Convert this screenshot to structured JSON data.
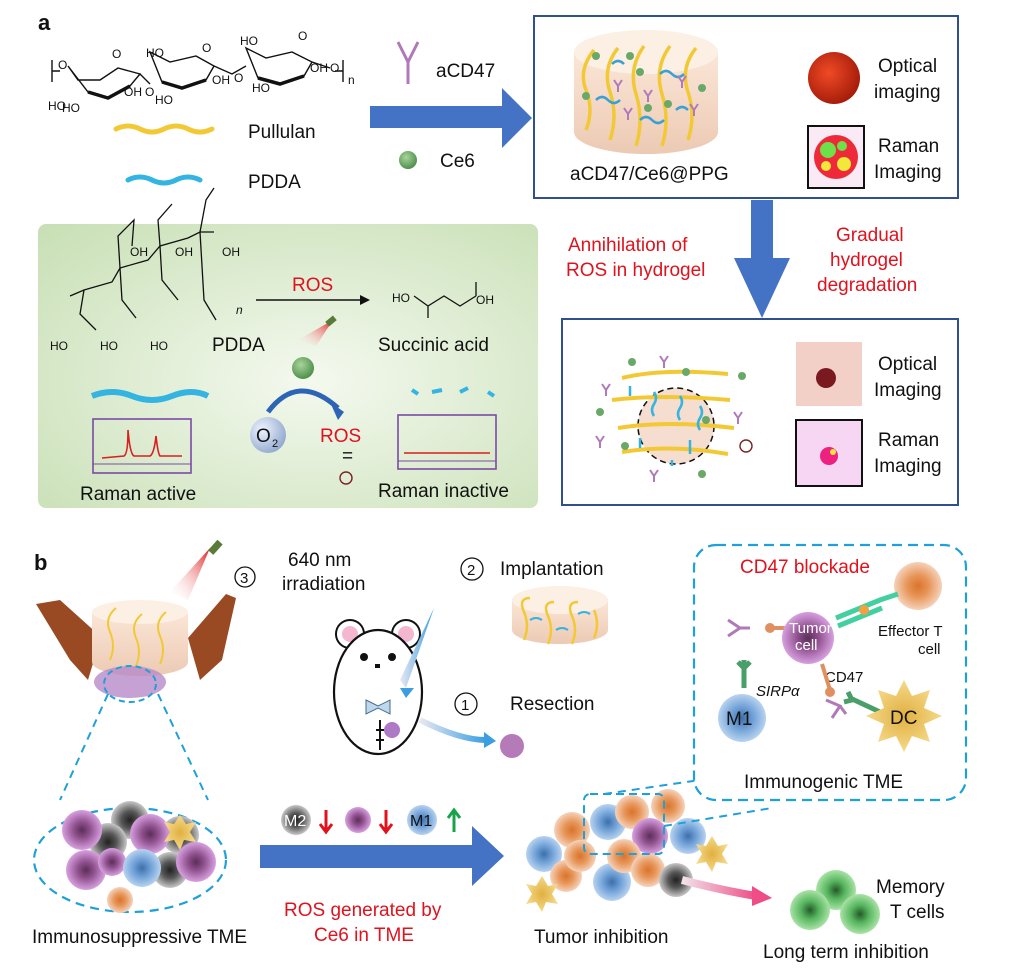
{
  "figure": {
    "panel_a": {
      "label": "a",
      "chem_structure": {
        "repeat_subscript": "n",
        "hydroxyl": "HO",
        "hydroxyl_r": "OH",
        "oxygen": "O"
      },
      "legend": [
        {
          "label": "Pullulan",
          "color": "#f2c935",
          "icon": "yellow-wavy-strand"
        },
        {
          "label": "PDDA",
          "color": "#34b4e0",
          "icon": "blue-wavy-strand"
        }
      ],
      "reagents": [
        {
          "label": "aCD47",
          "icon": "antibody-y",
          "color": "#b07ab8"
        },
        {
          "label": "Ce6",
          "icon": "green-sphere",
          "color": "#6aa86a"
        }
      ],
      "hydrogel_box": {
        "gel_label": "aCD47/Ce6@PPG",
        "images": [
          {
            "label_line1": "Optical",
            "label_line2": "imaging"
          },
          {
            "label_line1": "Raman",
            "label_line2": "Imaging"
          }
        ]
      },
      "process_labels": {
        "left": [
          "Annihilation of",
          "ROS in hydrogel"
        ],
        "right": [
          "Gradual",
          "hydrogel",
          "degradation"
        ]
      },
      "degraded_box": {
        "images": [
          {
            "label_line1": "Optical",
            "label_line2": "Imaging"
          },
          {
            "label_line1": "Raman",
            "label_line2": "Imaging"
          }
        ]
      },
      "mechanism_panel": {
        "ros_arrow_label": "ROS",
        "polymer_label": "PDDA",
        "polymer_subscript": "n",
        "cooh": "OH",
        "ho": "HO",
        "product_label": "Succinic acid",
        "oxygen_label": "O",
        "oxygen_subscript": "2",
        "ros_label": "ROS",
        "equals": "=",
        "raman_active": "Raman active",
        "raman_inactive": "Raman inactive",
        "bg_color": "#d4e6c6"
      }
    },
    "panel_b": {
      "label": "b",
      "steps": [
        {
          "number": "3",
          "line1": "640 nm",
          "line2": "irradiation"
        },
        {
          "number": "2",
          "line1": "Implantation",
          "line2": ""
        },
        {
          "number": "1",
          "line1": "Resection",
          "line2": ""
        }
      ],
      "immunogenic_box": {
        "title": "CD47 blockade",
        "tumor_cell": [
          "Tumor",
          "cell"
        ],
        "effector": [
          "Effector T",
          "cell"
        ],
        "cd47": "CD47",
        "sirpa": "SIRPα",
        "m1": "M1",
        "dc": "DC",
        "caption": "Immunogenic TME"
      },
      "transition": {
        "markers": [
          {
            "cell": "M2",
            "direction": "down",
            "color": "#e0121e"
          },
          {
            "cell": "",
            "direction": "down",
            "color": "#e0121e"
          },
          {
            "cell": "M1",
            "direction": "up",
            "color": "#17a34a"
          }
        ],
        "label": [
          "ROS generated by",
          "Ce6 in TME"
        ]
      },
      "captions": {
        "immunosuppressive": "Immunosuppressive TME",
        "tumor_inhibition": "Tumor inhibition",
        "memory": [
          "Memory",
          "T cells"
        ],
        "long_term": "Long term inhibition"
      }
    },
    "colors": {
      "arrow_blue": "#4472c4",
      "box_border": "#2f4f8f",
      "dash_blue": "#1ea0d8",
      "text_red": "#e0121e"
    }
  }
}
